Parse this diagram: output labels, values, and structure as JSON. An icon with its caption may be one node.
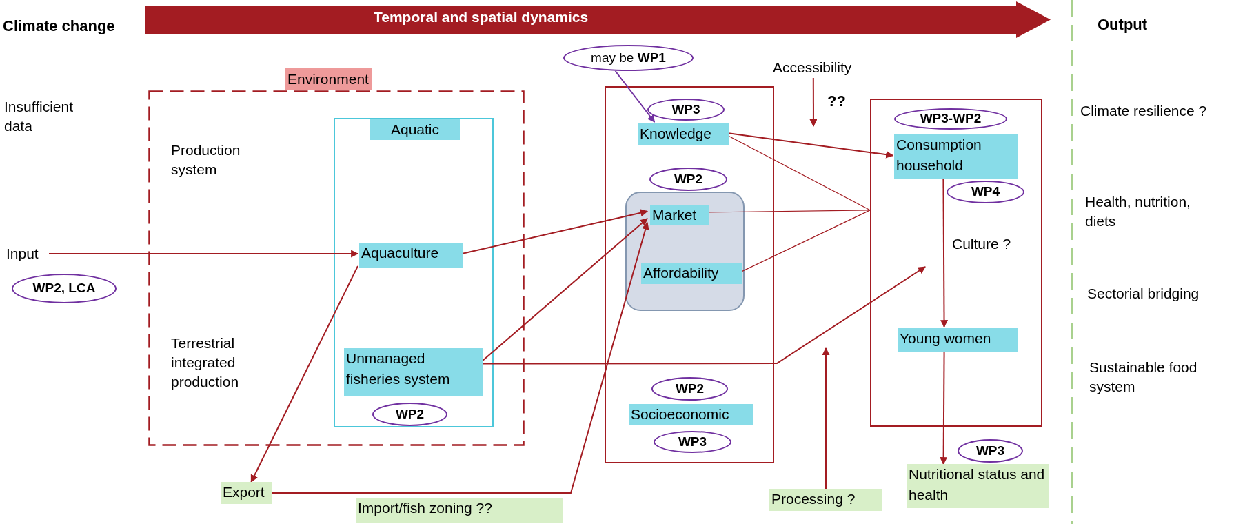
{
  "diagram": {
    "nodes": [
      {
        "text": [
          "Temporal and spatial dynamics"
        ]
      },
      {
        "text": [
          "may be **WP1**"
        ]
      },
      {
        "text": [
          "Environment"
        ]
      },
      {
        "text": [],
        "shape": "box",
        "in": 2
      },
      {
        "text": [
          "Aquaculture"
        ],
        "in": 3
      },
      {
        "text": [
          "Unmanaged fisheries system"
        ],
        "in": 3
      },
      {
        "text": [
          "WP2"
        ],
        "in": 3
      },
      {
        "text": [
          "Input"
        ]
      },
      {
        "text": [
          "WP2, LCA"
        ]
      },
      {
        "text": [],
        "shape": "box"
      },
      {
        "text": [
          "WP3"
        ],
        "in": 9
      },
      {
        "text": [
          "Knowledge"
        ],
        "in": 9
      },
      {
        "text": [
          "WP2"
        ],
        "in": 9
      },
      {
        "text": [],
        "shape": "box",
        "in": 9
      },
      {
        "text": [
          "Market"
        ],
        "in": 13
      },
      {
        "text": [
          "Affordability"
        ],
        "in": 13
      },
      {
        "text": [
          "WP2"
        ],
        "in": 9
      },
      {
        "text": [
          "Socioeconomic"
        ],
        "in": 9
      },
      {
        "text": [
          "WP3"
        ],
        "in": 9
      },
      {
        "text": [
          "Accessibility"
        ]
      },
      {
        "text": [],
        "shape": "box"
      },
      {
        "text": [
          "WP3-WP2"
        ],
        "in": 20
      },
      {
        "text": [
          "Consumption household"
        ],
        "in": 20
      },
      {
        "text": [
          "WP4"
        ],
        "in": 20
      },
      {
        "text": [
          "Young women"
        ],
        "in": 20
      },
      {
        "text": [
          "WP3"
        ]
      },
      {
        "text": [
          "Nutritional status and health"
        ]
      },
      {
        "text": [
          "Export"
        ]
      },
      {
        "text": [
          "Import/fish zoning ??"
        ]
      },
      {
        "text": [
          "Processing ?"
        ]
      },
      {
        "text": [
          "Aquatic"
        ],
        "in": 3
      }
    ],
    "edges": [
      {
        "from": 7,
        "to": 4,
        "arrow": "to"
      },
      {
        "from": 4,
        "to": 14,
        "arrow": "to"
      },
      {
        "from": 5,
        "to": 14,
        "arrow": "to"
      },
      {
        "from": 4,
        "to": 27,
        "arrow": "to"
      },
      {
        "from": 27,
        "to": 14,
        "arrow": "to"
      },
      {
        "from": 5,
        "to": null,
        "arrow": "to"
      },
      {
        "from": 1,
        "to": 11,
        "arrow": "to",
        "color": "#7030a0"
      },
      {
        "from": 11,
        "to": 22,
        "arrow": "to"
      },
      {
        "from": 11,
        "to": 20,
        "arrow": "none"
      },
      {
        "from": 14,
        "to": 20,
        "arrow": "none"
      },
      {
        "from": 15,
        "to": 20,
        "arrow": "none"
      },
      {
        "from": 19,
        "to": null,
        "arrow": "to"
      },
      {
        "from": 29,
        "to": null,
        "arrow": "to"
      },
      {
        "from": 22,
        "to": 24,
        "arrow": "to"
      },
      {
        "from": 24,
        "to": 26,
        "arrow": "to"
      }
    ],
    "labels": [
      "Climate change",
      "Output",
      "Insufficient data",
      "Production system",
      "Terrestrial integrated production",
      "??",
      "Culture ?",
      "Climate resilience ?",
      "Health, nutrition, diets",
      "Sectorial bridging",
      "Sustainable food system"
    ]
  }
}
